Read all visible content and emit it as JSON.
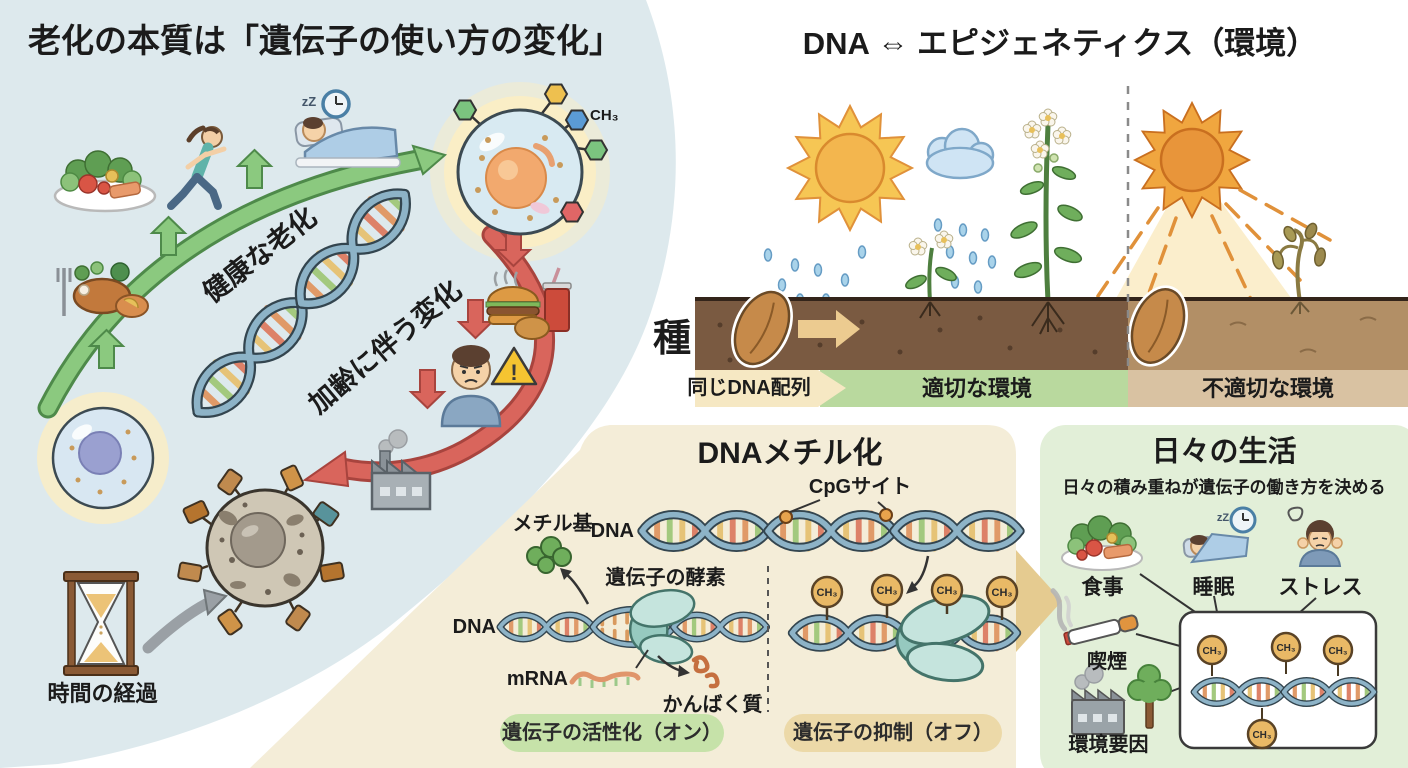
{
  "colors": {
    "panel_blue": "#dde9ed",
    "panel_cream": "#f4edd8",
    "panel_green": "#e2efd8",
    "band_cream": "#f6e8c3",
    "band_green": "#b9d99e",
    "band_tan": "#d9c2a2",
    "soil_dark": "#7a5a41",
    "soil_light": "#b28f66",
    "arrow_green": "#8bc97f",
    "arrow_red": "#d9655c",
    "helix_blue": "#8db3c7",
    "ch3_circle": "#e9b966",
    "enzyme_teal": "#c2e3dc"
  },
  "left_panel": {
    "title": "老化の本質は「遺伝子の使い方の変化」",
    "healthy_arrow_label": "健康な老化",
    "aging_arrow_label": "加齢に伴う変化",
    "time_label": "時間の経過",
    "ch3_tag": "CH₃",
    "zzz": "zZ",
    "warning_mark": "!"
  },
  "env_panel": {
    "title": "DNA ⇔ エピジェネティクス（環境）",
    "seed_label": "種",
    "band_same_dna": "同じDNA配列",
    "band_good_env": "適切な環境",
    "band_bad_env": "不適切な環境"
  },
  "methylation_panel": {
    "title": "DNAメチル化",
    "cpg_site_label": "CpGサイト",
    "dna_label_top": "DNA",
    "dna_label_left": "DNA",
    "methyl_group_label": "メチル基",
    "enzyme_label": "遺伝子の酵素",
    "mrna_label": "mRNA",
    "protein_label": "かんばく質",
    "gene_on_label": "遺伝子の活性化（オン）",
    "gene_off_label": "遺伝子の抑制（オフ）",
    "ch3": "CH₃"
  },
  "daily_panel": {
    "title": "日々の生活",
    "subtitle": "日々の積み重ねが遺伝子の働き方を決める",
    "item_diet": "食事",
    "item_sleep": "睡眠",
    "item_stress": "ストレス",
    "item_smoking": "喫煙",
    "item_environment": "環境要因",
    "ch3": "CH₃",
    "zzz": "zZ"
  }
}
